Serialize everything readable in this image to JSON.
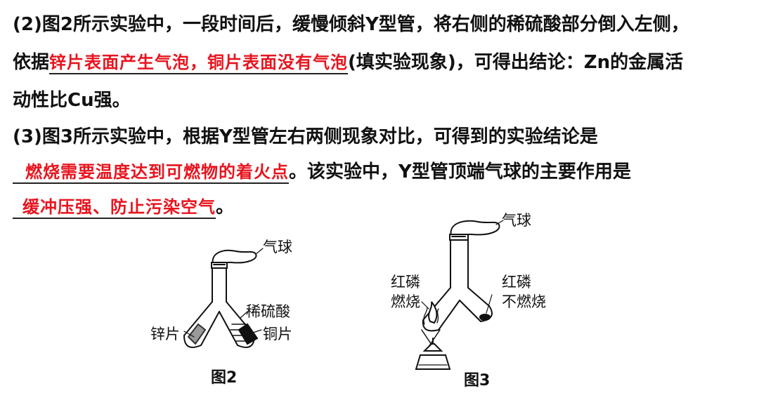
{
  "q2": {
    "line1": "(2)图2所示实验中，一段时间后，缓慢倾斜Y型管，将右侧的稀硫酸部分倒入左侧，",
    "line2_prefix": "依据",
    "line2_answer": "锌片表面产生气泡，铜片表面没有气泡",
    "line2_suffix": "(填实验现象)，可得出结论：Zn的金属活",
    "line3": "动性比Cu强。"
  },
  "q3": {
    "line1": "(3)图3所示实验中，根据Y型管左右两侧现象对比，可得到的实验结论是",
    "answer1": "燃烧需要温度达到可燃物的着火点",
    "line2_suffix": "。该实验中，Y型管顶端气球的主要作用是",
    "answer2": "缓冲压强、防止污染空气",
    "end_mark": "。"
  },
  "figure2": {
    "balloon": "气球",
    "acid": "稀硫酸",
    "zinc": "锌片",
    "copper": "铜片",
    "caption": "图2"
  },
  "figure3": {
    "balloon": "气球",
    "left_label_1": "红磷",
    "left_label_2": "燃烧",
    "right_label_1": "红磷",
    "right_label_2": "不燃烧",
    "caption": "图3"
  },
  "colors": {
    "answer": "#e8141e",
    "text": "#111111"
  }
}
